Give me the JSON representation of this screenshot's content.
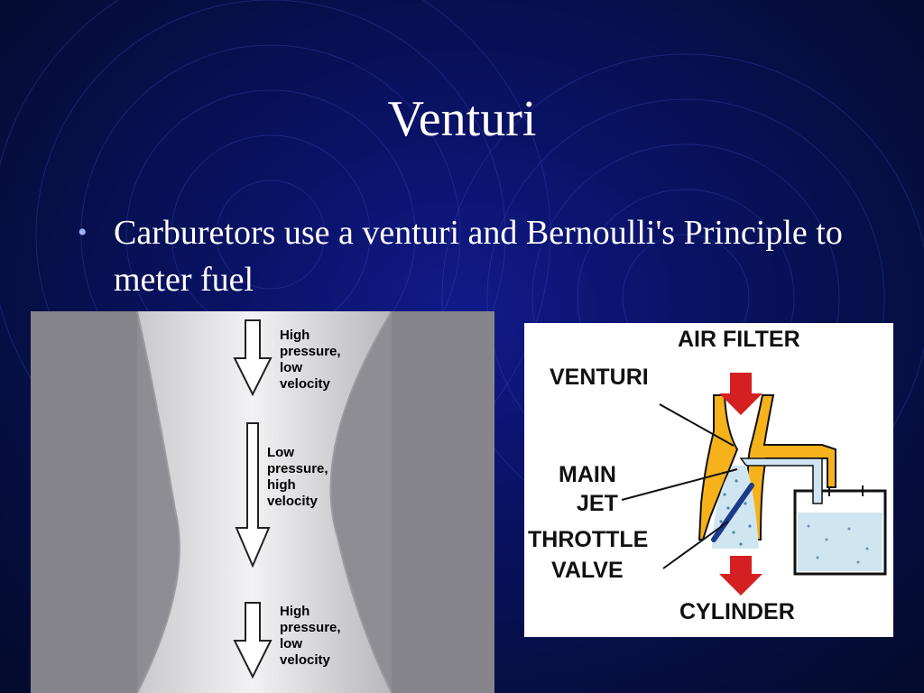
{
  "slide": {
    "title": "Venturi",
    "bullets": [
      "Carburetors use a venturi and Bernoulli's Principle to meter fuel"
    ],
    "colors": {
      "background": "#0a1266",
      "text": "#ffffff",
      "bullet": "#9fb0ff"
    }
  },
  "venturi_diagram": {
    "zones": [
      {
        "line1": "High",
        "line2": "pressure,",
        "line3": "low",
        "line4": "velocity"
      },
      {
        "line1": "Low",
        "line2": "pressure,",
        "line3": "high",
        "line4": "velocity"
      },
      {
        "line1": "High",
        "line2": "pressure,",
        "line3": "low",
        "line4": "velocity"
      }
    ]
  },
  "carburetor_diagram": {
    "labels": {
      "air_filter": "AIR FILTER",
      "venturi": "VENTURI",
      "main": "MAIN",
      "jet": "JET",
      "throttle": "THROTTLE",
      "valve": "VALVE",
      "cylinder": "CYLINDER"
    },
    "colors": {
      "arrow": "#d42020",
      "body": "#f6b21a",
      "fuel": "#cfe6f2"
    }
  }
}
